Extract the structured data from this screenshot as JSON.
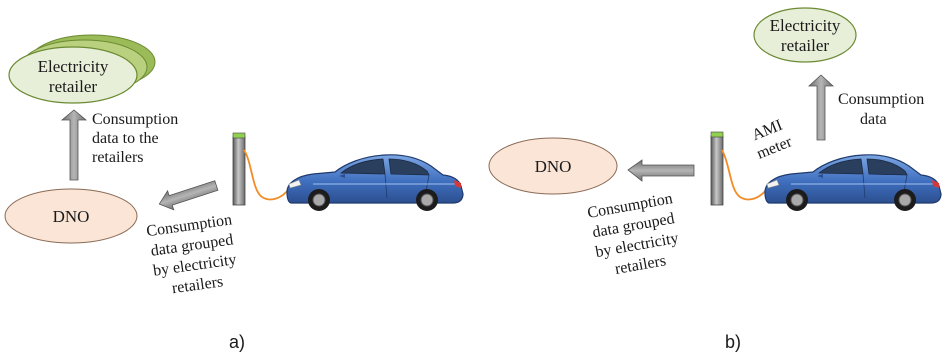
{
  "panel_a": {
    "retailer_line1": "Electricity",
    "retailer_line2": "retailer",
    "dno": "DNO",
    "up_label": [
      "Consumption",
      "data to the",
      "retailers"
    ],
    "grouped_label": [
      "Consumption",
      "data grouped",
      "by electricity",
      "retailers"
    ],
    "caption": "a)"
  },
  "panel_b": {
    "retailer_line1": "Electricity",
    "retailer_line2": "retailer",
    "dno": "DNO",
    "up_label": [
      "Consumption",
      "data"
    ],
    "ami_label": [
      "AMI",
      "meter"
    ],
    "grouped_label": [
      "Consumption",
      "data grouped",
      "by electricity",
      "retailers"
    ],
    "caption": "b)"
  },
  "colors": {
    "retailer_fill": "#e8efd9",
    "retailer_stack": "#9bbb59",
    "dno_fill": "#fbe5d6",
    "arrow_fill": "#8c8c8c",
    "car_body": "#4a7cc7",
    "cable": "#f28c28",
    "charger_top": "#92d050"
  }
}
